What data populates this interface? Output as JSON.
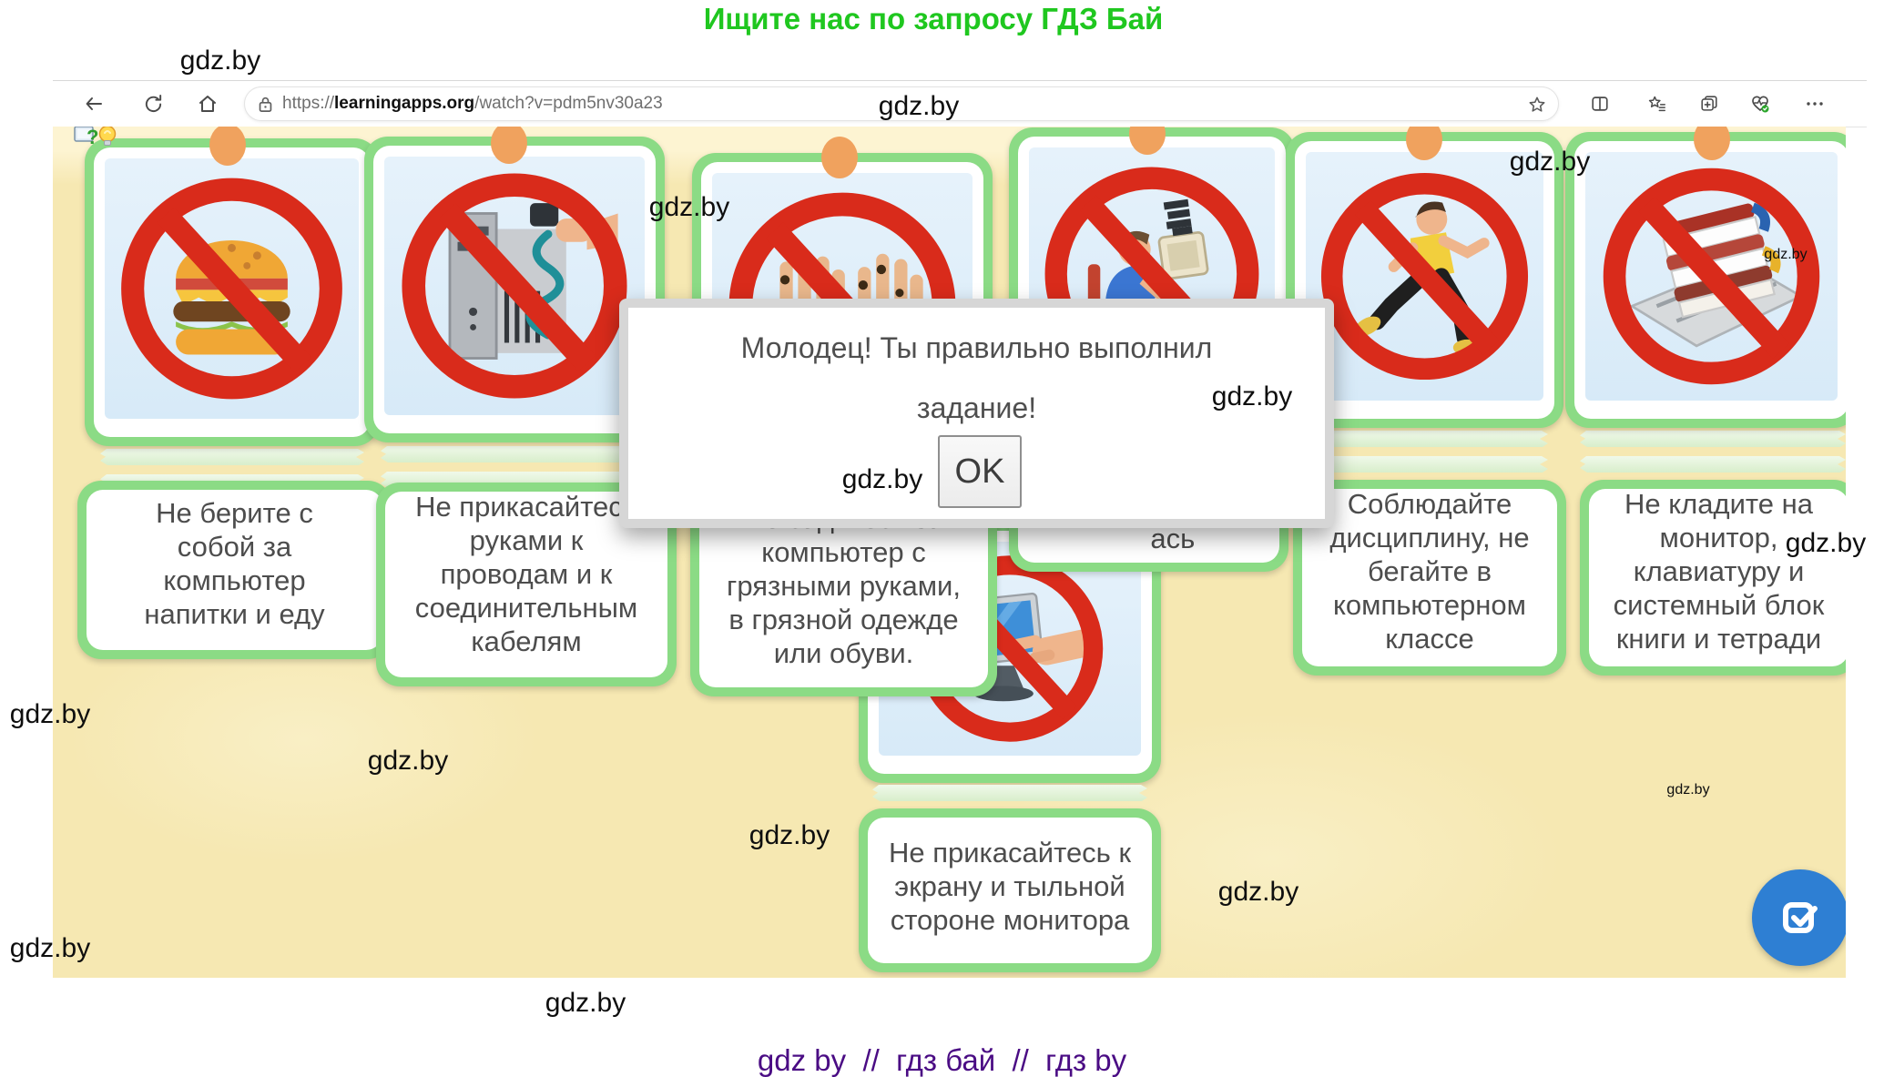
{
  "page": {
    "top_title": "Ищите нас по запросу ГДЗ Бай",
    "bottom_text": "gdz by  //  гдз бай  //  гдз by",
    "watermark": "gdz.by"
  },
  "browser": {
    "url_prefix": "https://",
    "url_domain": "learningapps.org",
    "url_path": "/watch?v=pdm5nv30a23"
  },
  "app": {
    "dialog": {
      "line1": "Молодец! Ты правильно выполнил",
      "line2": "задание!",
      "ok": "OK"
    },
    "cards": [
      {
        "image": "no-food-and-drinks",
        "rule": "Не берите с\nсобой за\nкомпьютер\nнапитки и еду"
      },
      {
        "image": "no-touching-cables",
        "rule": "Не прикасайтесь\nруками к\nпроводам и к\nсоединительным\nкабелям"
      },
      {
        "image": "no-dirty-hands",
        "rule": "Не садитесь за\nкомпьютер с\nгрязными руками,\nв грязной одежде\nили обуви."
      },
      {
        "image": "no-slouching-at-computer",
        "rule": "ась"
      },
      {
        "image": "no-running",
        "rule": "Соблюдайте\nдисциплину, не\nбегайте в\nкомпьютерном\nклассе"
      },
      {
        "image": "no-books-on-monitor",
        "rule": "Не кладите на\nмонитор,\nклавиатуру и\nсистемный блок\nкниги и тетради"
      },
      {
        "image": "no-touching-screen",
        "rule": "Не прикасайтесь к\nэкрану и тыльной\nстороне монитора"
      }
    ]
  },
  "icons": {
    "toolbar": [
      "back-icon",
      "refresh-icon",
      "home-icon",
      "lock-icon",
      "star-icon",
      "split-screen-icon",
      "favorites-icon",
      "collections-add-icon",
      "browser-essentials-icon",
      "ellipsis-icon"
    ],
    "app": [
      "question-help-icon",
      "hint-lightbulb-icon",
      "check-square-icon"
    ]
  },
  "colors": {
    "title_green": "#1fc71f",
    "footer_purple": "#4a0c84",
    "content_yellow": "#f6e8b2",
    "card_green": "#8bdb85",
    "image_blue": "#dcedf8",
    "prohibit_red": "#d92b1b",
    "pin_orange": "#f0a25e",
    "fab_blue": "#2e7fd3"
  }
}
